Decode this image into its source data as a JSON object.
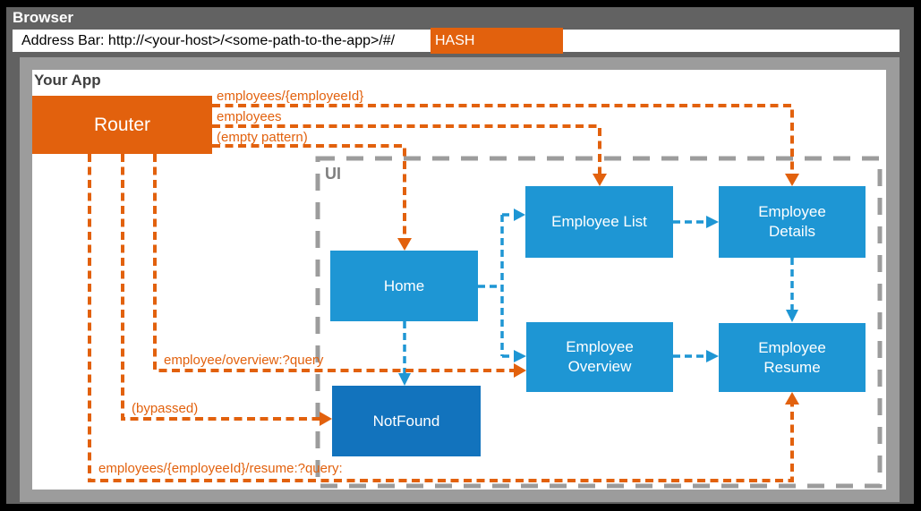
{
  "browser": {
    "title": "Browser",
    "address_bar": {
      "prefix": "Address Bar: http://<your-host>/<some-path-to-the-app>/#/",
      "hash": "HASH"
    }
  },
  "app": {
    "title": "Your App",
    "ui_label": "UI"
  },
  "nodes": {
    "router": "Router",
    "home": "Home",
    "employee_list": "Employee List",
    "employee_details": "Employee Details",
    "employee_overview": "Employee Overview",
    "employee_resume": "Employee Resume",
    "not_found": "NotFound"
  },
  "routes": {
    "employee_id": "employees/{employeeId}",
    "employees": "employees",
    "empty_pattern": "(empty pattern)",
    "overview_query": "employee/overview:?query",
    "bypassed": "(bypassed)",
    "resume_query": "employees/{employeeId}/resume:?query:"
  },
  "colors": {
    "orange": "#E2610D",
    "blue": "#1E96D4",
    "dark_blue": "#1273BD",
    "frame_gray": "#626262",
    "border_gray": "#9C9C9C"
  }
}
